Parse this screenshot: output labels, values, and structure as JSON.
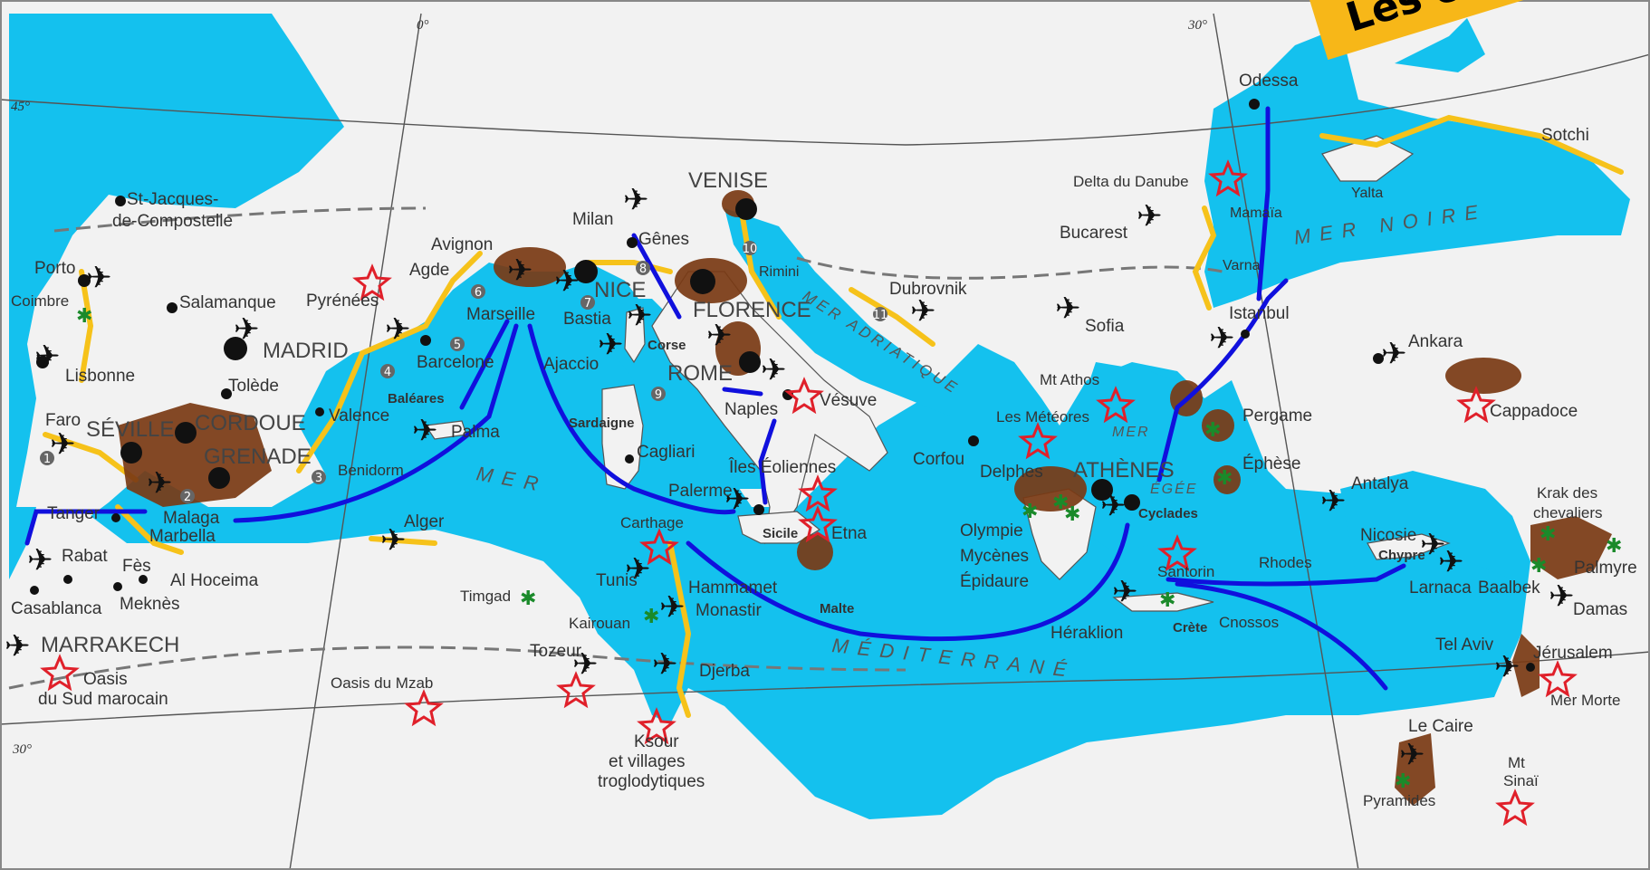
{
  "banner": {
    "text": "Les cr"
  },
  "colors": {
    "sea": "#14c1ee",
    "land": "#f2f2f2",
    "coast": "#f6c21a",
    "route": "#1010dd",
    "site": "#7a3a14",
    "star": "#e0202a",
    "tree": "#1a8a2a"
  },
  "coords": {
    "lon0": "0°",
    "lon30": "30°",
    "lat45": "45°",
    "lat30": "30°"
  },
  "seas": {
    "black": "MER NOIRE",
    "adriatic": "MER ADRIATIQUE",
    "med1": "MER",
    "med2": "MÉDITERRANÉ",
    "egee1": "MER",
    "egee2": "ÉGÉE"
  },
  "capitals": {
    "madrid": "MADRID",
    "seville": "SÉVILLE",
    "cordoue": "CORDOUE",
    "grenade": "GRENADE",
    "nice": "NICE",
    "venise": "VENISE",
    "florence": "FLORENCE",
    "rome": "ROME",
    "athenes": "ATHÈNES",
    "marrakech": "MARRAKECH"
  },
  "islands": {
    "baleares": "Baléares",
    "sardaigne": "Sardaigne",
    "corse": "Corse",
    "sicile": "Sicile",
    "cyclades": "Cyclades",
    "crete": "Crète",
    "chypre": "Chypre"
  },
  "cities": {
    "odessa": "Odessa",
    "stjacques1": "St-Jacques-",
    "stjacques2": "de-Compostelle",
    "porto": "Porto",
    "coimbre": "Coimbre",
    "salamanque": "Salamanque",
    "lisbonne": "Lisbonne",
    "tolede": "Tolède",
    "faro": "Faro",
    "tanger": "Tanger",
    "malaga": "Malaga",
    "marbella": "Marbella",
    "rabat": "Rabat",
    "fes": "Fès",
    "alhoceima": "Al Hoceima",
    "casablanca": "Casablanca",
    "meknes": "Meknès",
    "oasis1": "Oasis",
    "oasis2": "du Sud marocain",
    "avignon": "Avignon",
    "agde": "Agde",
    "pyrenees": "Pyrénées",
    "marseille": "Marseille",
    "barcelone": "Barcelone",
    "valence": "Valence",
    "palma": "Palma",
    "benidorm": "Benidorm",
    "alger": "Alger",
    "timgad": "Timgad",
    "mzab": "Oasis du Mzab",
    "milan": "Milan",
    "genes": "Gênes",
    "bastia": "Bastia",
    "ajaccio": "Ajaccio",
    "cagliari": "Cagliari",
    "rimini": "Rimini",
    "naples": "Naples",
    "vesuve": "Vésuve",
    "eoliennes": "Îles Éoliennes",
    "palerme": "Palerme",
    "etna": "Etna",
    "carthage": "Carthage",
    "tunis": "Tunis",
    "hammamet": "Hammamet",
    "kairouan": "Kairouan",
    "monastir": "Monastir",
    "tozeur": "Tozeur",
    "djerba": "Djerba",
    "ksour1": "Ksour",
    "ksour2": "et villages",
    "ksour3": "troglodytiques",
    "malte": "Malte",
    "dubrovnik": "Dubrovnik",
    "corfou": "Corfou",
    "mtathos": "Mt Athos",
    "meteores": "Les Météores",
    "delphes": "Delphes",
    "olympie": "Olympie",
    "mycenes": "Mycènes",
    "epidaure": "Épidaure",
    "santorin": "Santorin",
    "heraklion": "Héraklion",
    "cnossos": "Cnossos",
    "rhodes": "Rhodes",
    "delta": "Delta du Danube",
    "bucarest": "Bucarest",
    "sofia": "Sofia",
    "mamaia": "Mamaïa",
    "varna": "Varna",
    "istanbul": "Istanbul",
    "yalta": "Yalta",
    "sotchi": "Sotchi",
    "ankara": "Ankara",
    "cappadoce": "Cappadoce",
    "pergame": "Pergame",
    "ephese": "Éphèse",
    "antalya": "Antalya",
    "nicosie": "Nicosie",
    "larnaca": "Larnaca",
    "baalbek": "Baalbek",
    "krak1": "Krak des",
    "krak2": "chevaliers",
    "palmyre": "Palmyre",
    "damas": "Damas",
    "telaviv": "Tel Aviv",
    "jerusalem": "Jérusalem",
    "mermorte": "Mer Morte",
    "lecaire": "Le Caire",
    "pyramides": "Pyramides",
    "mtsinai1": "Mt",
    "mtsinai2": "Sinaï"
  },
  "numbers": [
    "1",
    "2",
    "3",
    "4",
    "5",
    "6",
    "7",
    "8",
    "9",
    "10",
    "11"
  ]
}
